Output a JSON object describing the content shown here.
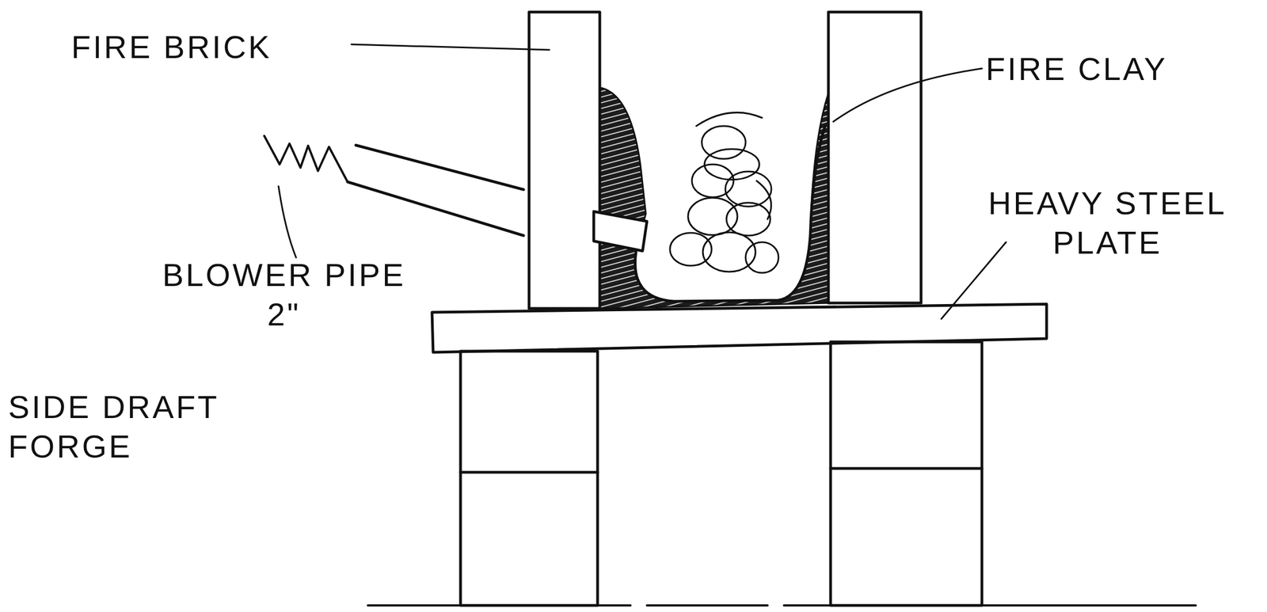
{
  "diagram": {
    "title": "SIDE DRAFT FORGE",
    "labels": [
      "FIRE BRICK",
      "FIRE CLAY",
      "HEAVY STEEL PLATE",
      "BLOWER PIPE 2\""
    ]
  }
}
